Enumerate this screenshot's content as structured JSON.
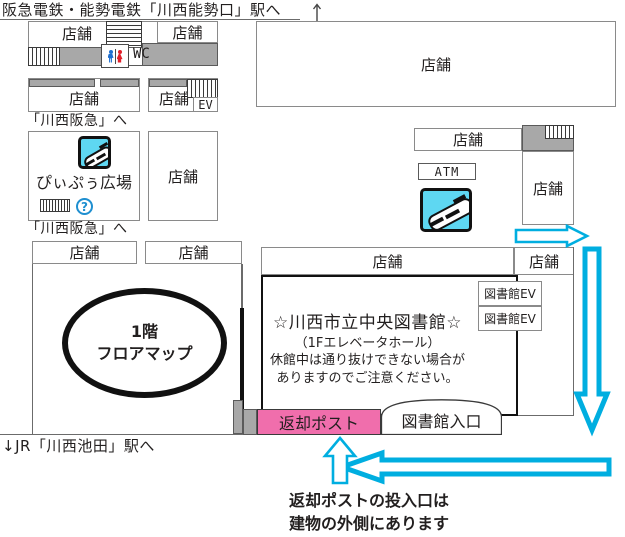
{
  "map": {
    "title_oval": {
      "line1": "1階",
      "line2": "フロアマップ"
    },
    "nav_top": "阪急電鉄・能勢電鉄「川西能勢口」駅へ",
    "nav_left_1": "「川西阪急」へ",
    "nav_left_2": "「川西阪急」へ",
    "nav_bottom": "↓JR「川西池田」駅へ",
    "caption": {
      "line1": "返却ポストの投入口は",
      "line2": "建物の外側にあります"
    }
  },
  "rooms": {
    "shop": "店舗",
    "shop_top_a": "店舗",
    "shop_top_b": "店舗",
    "shop_top_big": "店舗",
    "shop_row2_a": "店舗",
    "shop_row2_b": "店舗",
    "shop_mid_right": "店舗",
    "shop_right_col": "店舗",
    "shop_right_tall": "店舗",
    "shop_row3_a": "店舗",
    "shop_row3_b": "店舗",
    "shop_lib_top": "店舗",
    "shop_lib_top_right": "店舗",
    "piipuu": "ぴぃぷぅ広場"
  },
  "labels": {
    "wc": "WC",
    "ev": "EV",
    "atm": "ATM",
    "library_ev_1": "図書館EV",
    "library_ev_2": "図書館EV",
    "return_post": "返却ポスト",
    "library_entrance": "図書館入口"
  },
  "library": {
    "title": "☆川西市立中央図書館☆",
    "subtitle": "（1Fエレベータホール）",
    "note_line1": "休館中は通り抜けできない場合が",
    "note_line2": "ありますのでご注意ください。"
  },
  "icons": {
    "escalator_left": "escalator-icon",
    "escalator_right": "escalator-icon",
    "restroom": "restroom-icon",
    "information": "information-icon",
    "stairs": "stairs-icon"
  },
  "colors": {
    "arrow_cyan": "#00AEE0",
    "return_post_pink": "#F06EAC",
    "escalator_tile": "#5ED7F2",
    "service_grey": "#A8A8A8",
    "ink": "#221F1F"
  }
}
